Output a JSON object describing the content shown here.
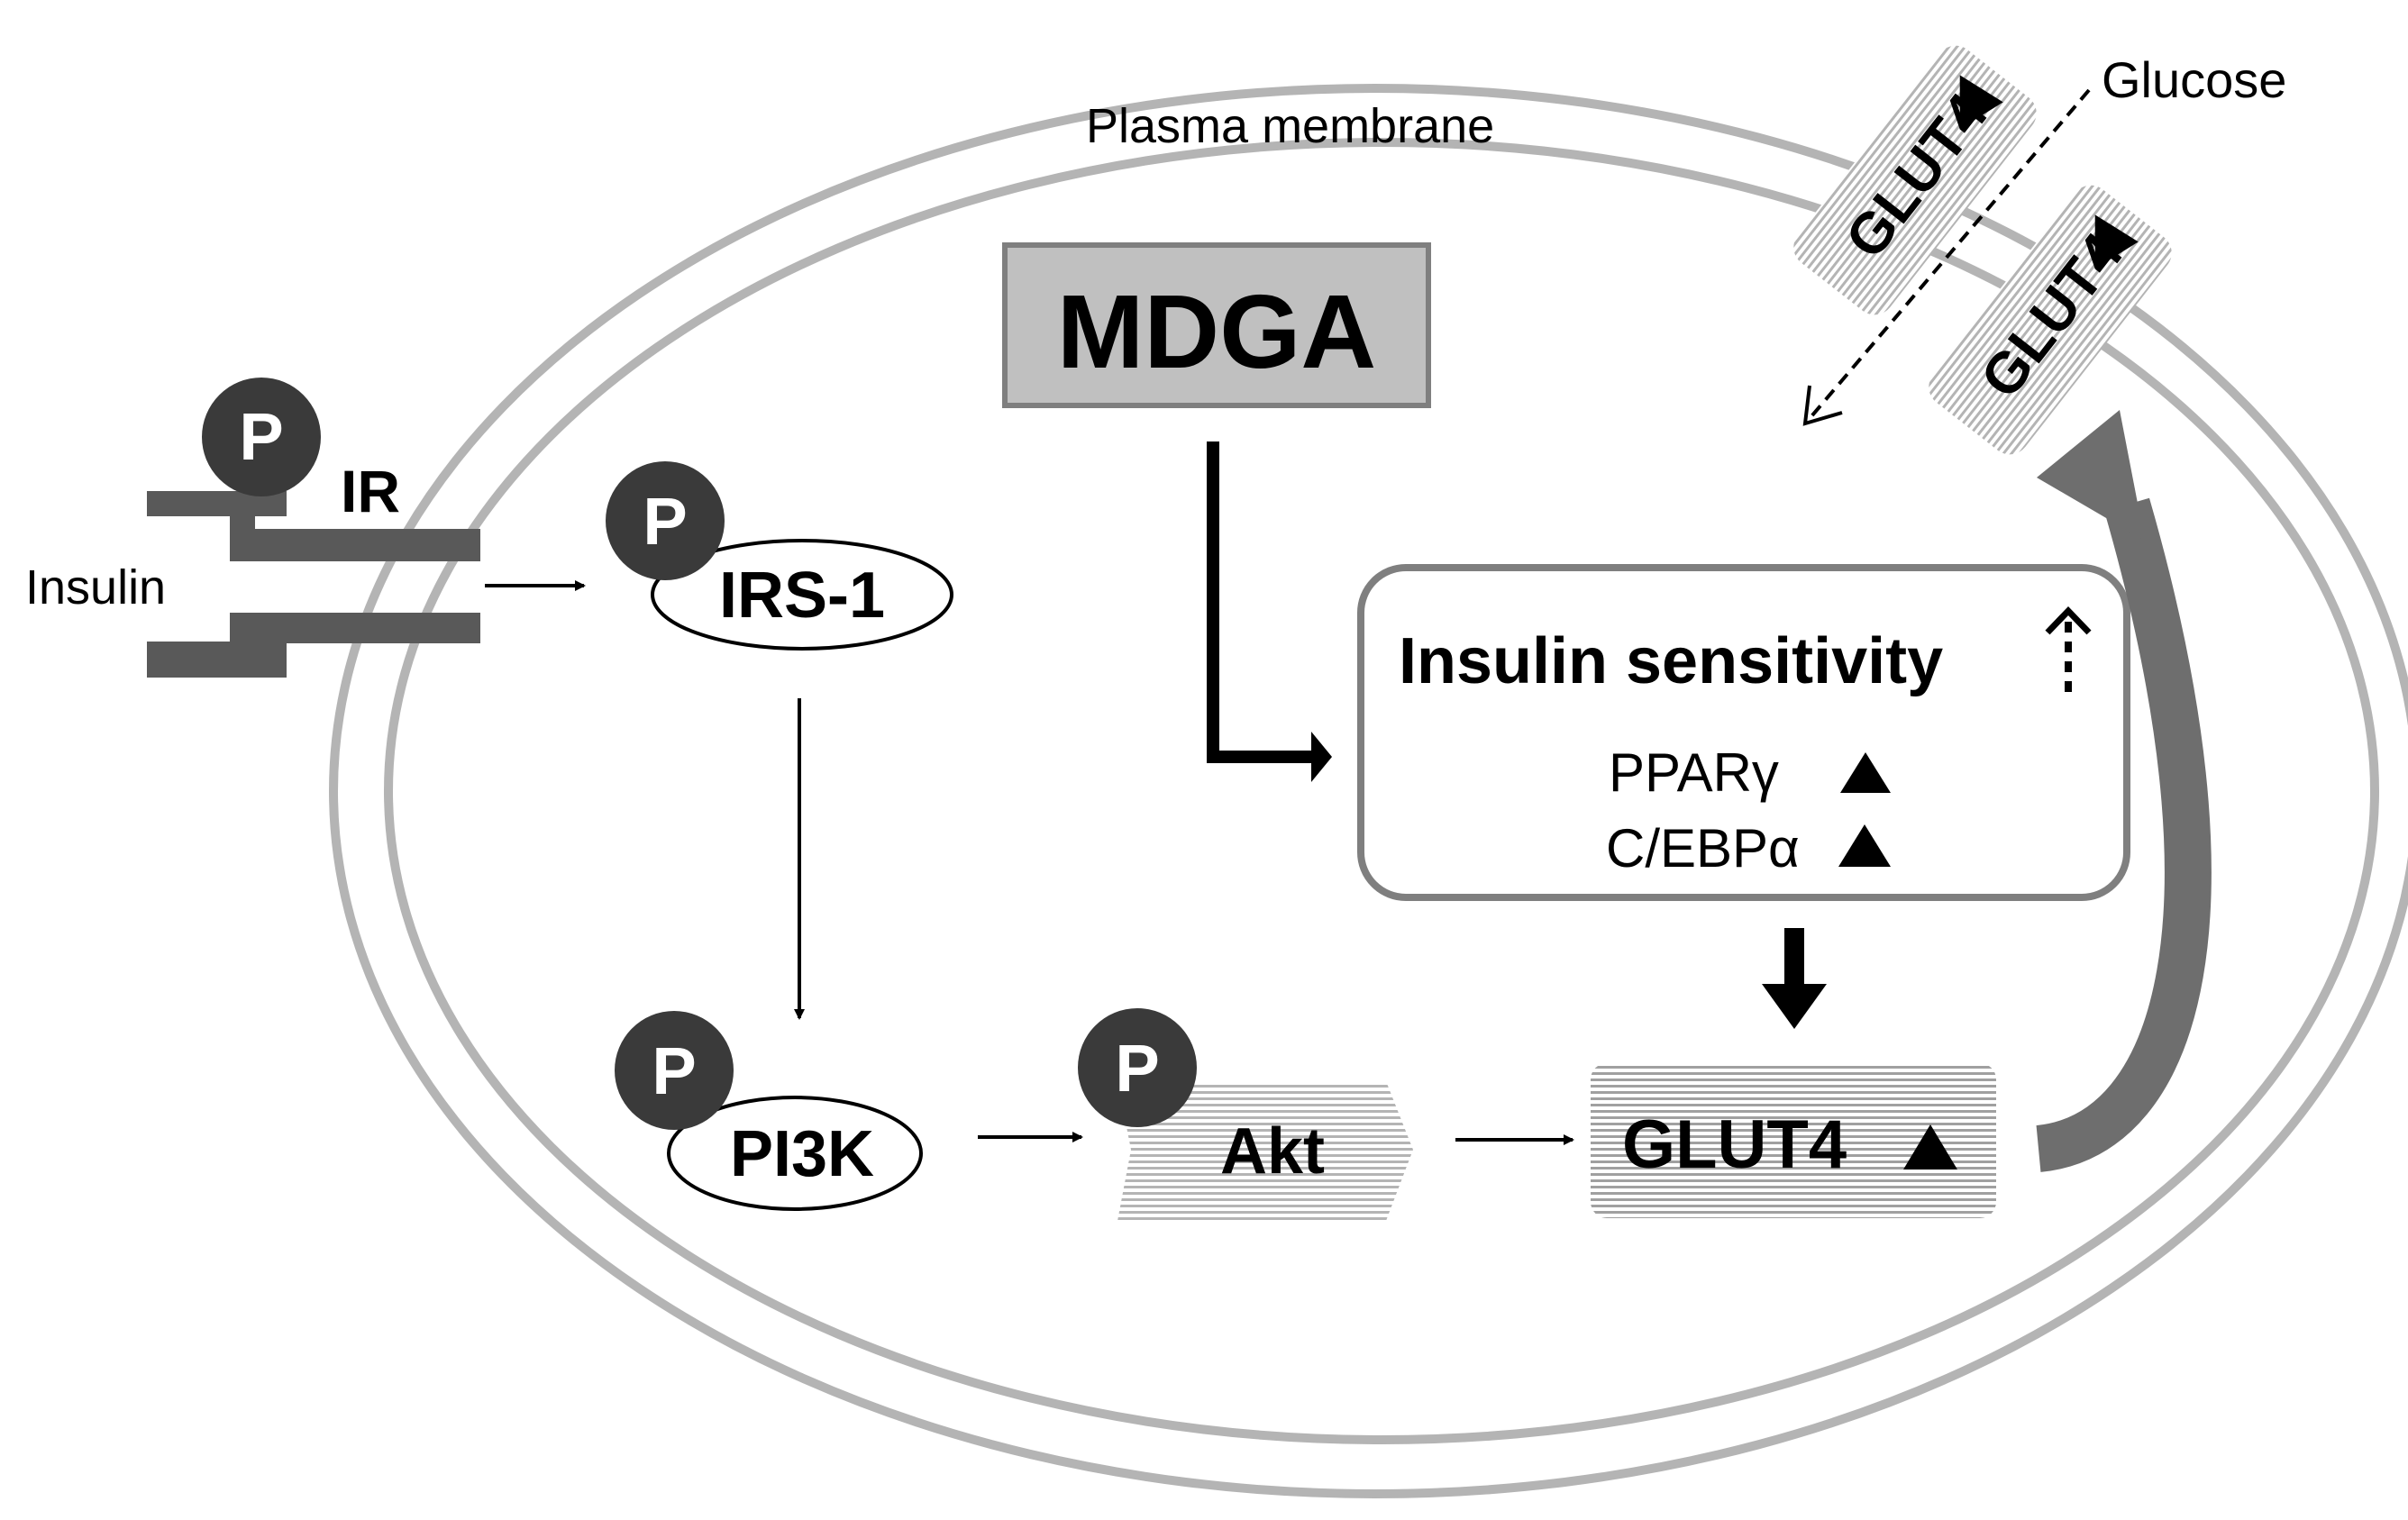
{
  "labels": {
    "membrane": "Plasma membrane",
    "glucose": "Glucose",
    "insulin": "Insulin",
    "ir": "IR",
    "mdga": "MDGA",
    "irs1": "IRS-1",
    "pi3k": "PI3K",
    "akt": "Akt",
    "glut4_main": "GLUT4",
    "glut4_top": "GLUT4",
    "glut4_lower": "GLUT4",
    "phospho": "P",
    "sensitivity_title": "Insulin sensitivity",
    "ppar": "PPARγ",
    "cebp": "C/EBPα"
  },
  "colors": {
    "membrane": "#b4b4b4",
    "receptor": "#595959",
    "phospho_circle": "#3a3a3a",
    "mdga_fill": "#c0c0c0",
    "box_border": "#7f7f7f",
    "hatch": "#9a9a9a",
    "curved_arrow": "#6e6e6e"
  },
  "icons": {
    "up_indicator": "up-triangle",
    "dotted_up": "dotted-up-arrow"
  }
}
